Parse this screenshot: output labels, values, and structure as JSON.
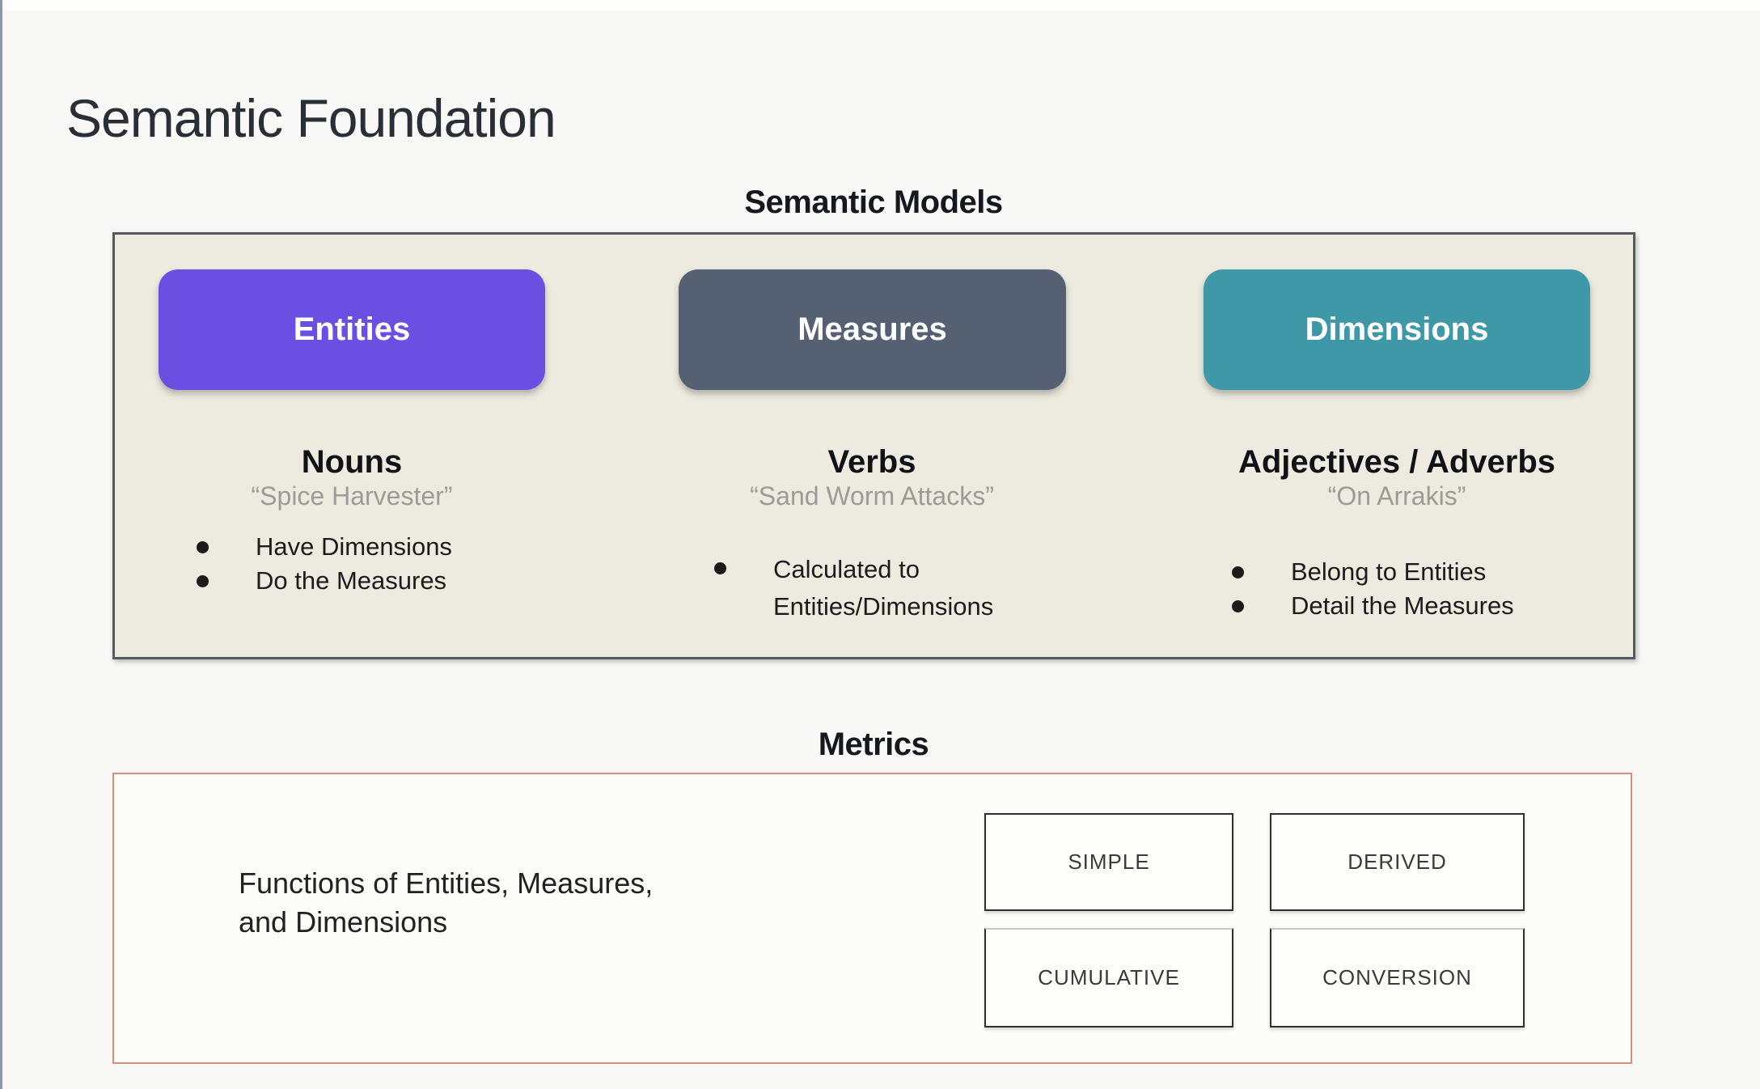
{
  "slide": {
    "title": "Semantic Foundation",
    "semantic_models": {
      "heading": "Semantic Models",
      "panel_bg": "#EDEBDF",
      "columns": [
        {
          "button": "Entities",
          "button_color": "#6A50E2",
          "heading": "Nouns",
          "quote": "“Spice Harvester”",
          "bullets": [
            "Have Dimensions",
            "Do the Measures"
          ]
        },
        {
          "button": "Measures",
          "button_color": "#556073",
          "heading": "Verbs",
          "quote": "“Sand Worm Attacks”",
          "bullets": [
            "Calculated to Entities/Dimensions"
          ]
        },
        {
          "button": "Dimensions",
          "button_color": "#3E98A8",
          "heading": "Adjectives / Adverbs",
          "quote": "“On Arrakis”",
          "bullets": [
            "Belong to Entities",
            "Detail the Measures"
          ]
        }
      ]
    },
    "metrics": {
      "heading": "Metrics",
      "description": "Functions of Entities, Measures,\nand Dimensions",
      "border_color": "#DC9077",
      "types": [
        "SIMPLE",
        "DERIVED",
        "CUMULATIVE",
        "CONVERSION"
      ]
    }
  }
}
